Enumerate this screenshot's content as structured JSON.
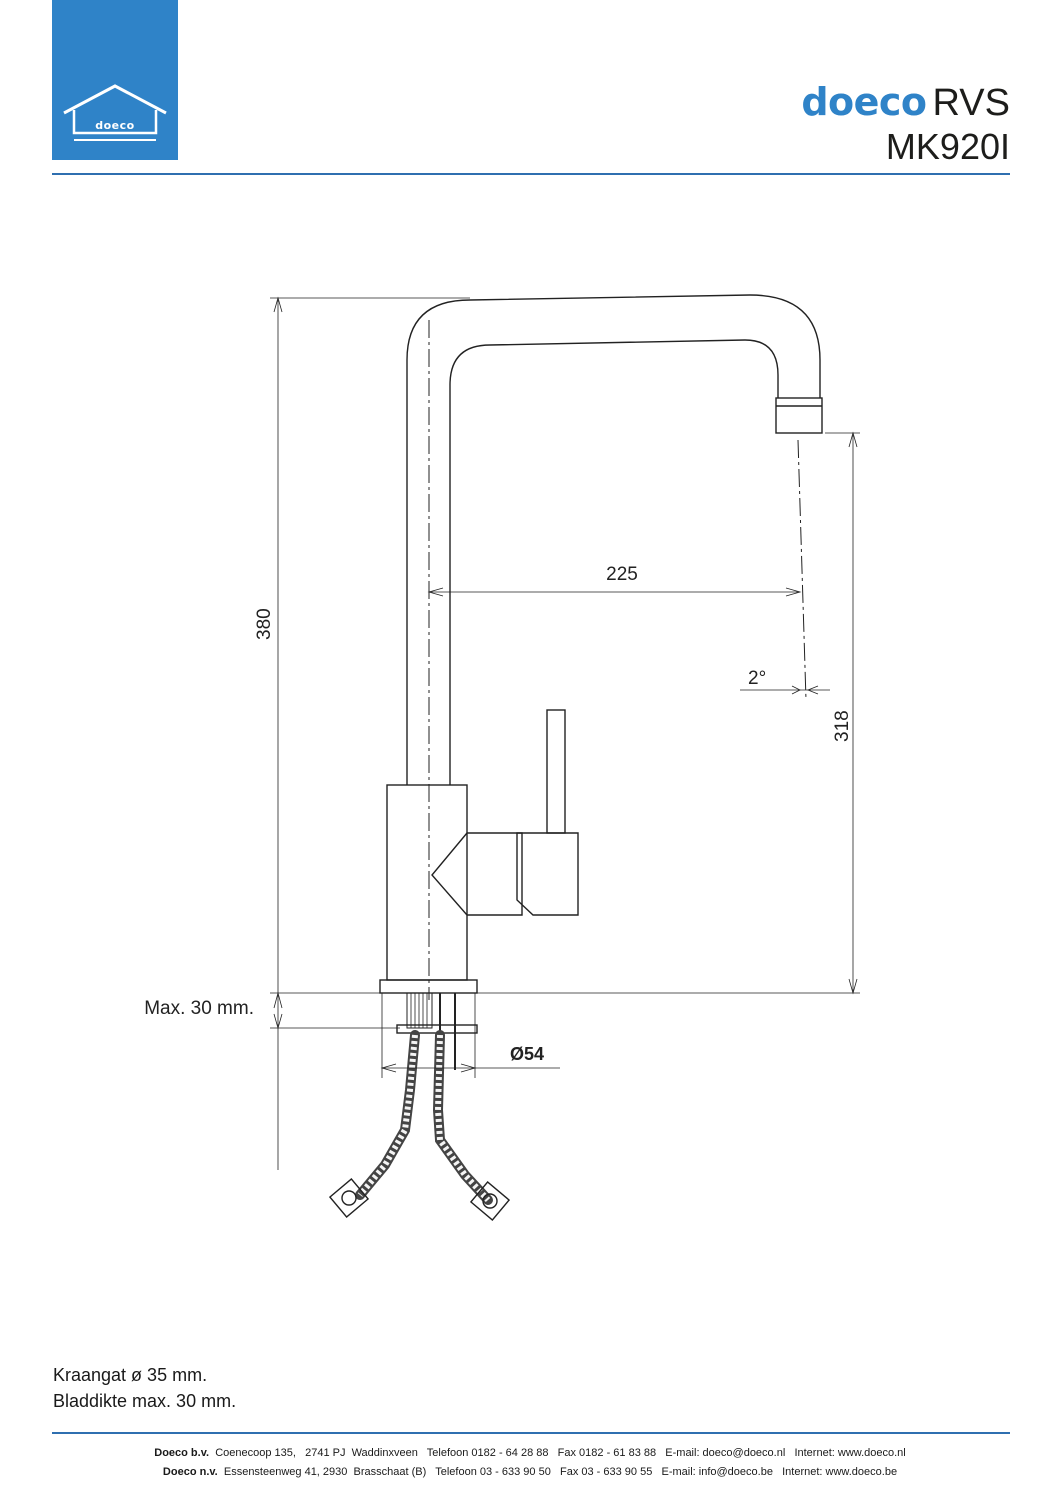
{
  "logo": {
    "icon": "house-icon",
    "text": "doeco"
  },
  "header": {
    "brand": "doeco",
    "material": "RVS",
    "model": "MK920I"
  },
  "dimensions": {
    "height_total": "380",
    "height_spout": "318",
    "reach": "225",
    "angle": "2°",
    "diameter": "Ø54",
    "max_thickness": "Max. 30 mm."
  },
  "notes": {
    "hole": "Kraangat ø 35 mm.",
    "thickness": "Bladdikte max. 30 mm."
  },
  "footer": {
    "line1_company": "Doeco b.v.",
    "line1_text": "Coenecoop 135,   2741 PJ  Waddinxveen   Telefoon 0182 - 64 28 88   Fax 0182 - 61 83 88   E-mail: doeco@doeco.nl   Internet: www.doeco.nl",
    "line2_company": "Doeco n.v.",
    "line2_text": "Essensteenweg 41, 2930  Brasschaat (B)   Telefoon 03 - 633 90 50   Fax 03 - 633 90 55   E-mail: info@doeco.be   Internet: www.doeco.be"
  },
  "colors": {
    "brand_blue": "#2f83c8",
    "rule_blue": "#2f6fb0"
  }
}
